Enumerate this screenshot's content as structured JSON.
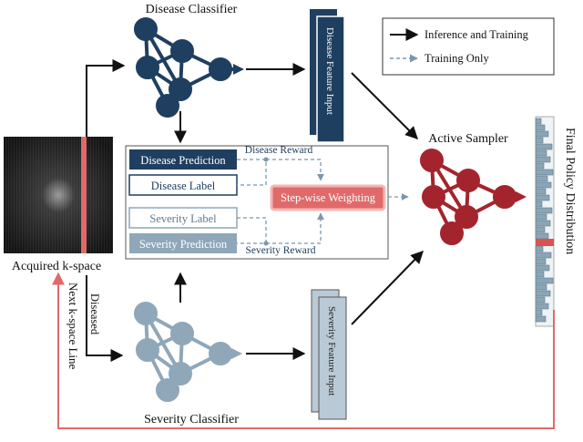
{
  "titles": {
    "disease_classifier": "Disease Classifier",
    "severity_classifier": "Severity Classifier",
    "active_sampler": "Active Sampler",
    "acquired_kspace": "Acquired k-space"
  },
  "legend": {
    "inference_training": "Inference and Training",
    "training_only": "Training Only"
  },
  "boxes": {
    "disease_prediction": "Disease Prediction",
    "disease_label": "Disease Label",
    "severity_label": "Severity Label",
    "severity_prediction": "Severity Prediction",
    "stepwise_weighting": "Step-wise Weighting"
  },
  "rewards": {
    "disease_reward": "Disease Reward",
    "severity_reward": "Severity Reward"
  },
  "features": {
    "disease_feature_input": "Disease Feature Input",
    "severity_feature_input": "Severity Feature Input"
  },
  "vertical_labels": {
    "final_policy": "Final Policy Distribution",
    "next_line": "Next k-space Line",
    "diseased": "Diseased"
  },
  "colors": {
    "disease": "#1f3f60",
    "severity": "#8fa7b8",
    "sampler": "#a4242e",
    "red_line": "#e06a6a",
    "policy_bar": "#8aa5b5",
    "policy_highlight": "#d9534f"
  }
}
